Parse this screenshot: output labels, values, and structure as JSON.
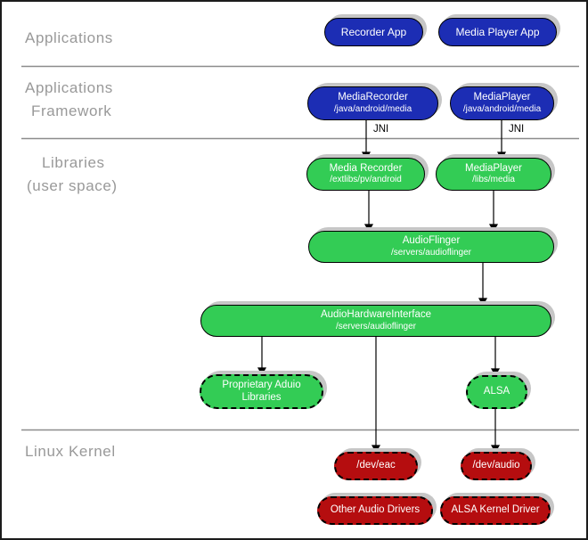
{
  "colors": {
    "blue": "#1c2db4",
    "green": "#33cc55",
    "red": "#b50d0f",
    "shadow": "#c6c6c6",
    "label": "#999999"
  },
  "layers": {
    "applications": {
      "line1": "Applications"
    },
    "framework": {
      "line1": "Applications",
      "line2": "Framework"
    },
    "libraries": {
      "line1": "Libraries",
      "line2": "(user space)"
    },
    "kernel": {
      "line1": "Linux Kernel"
    }
  },
  "connectors": {
    "jni_left": "JNI",
    "jni_right": "JNI"
  },
  "nodes": {
    "recorder_app": {
      "title": "Recorder App"
    },
    "media_player_app": {
      "title": "Media Player App"
    },
    "media_recorder_framework": {
      "title": "MediaRecorder",
      "subtitle": "/java/android/media"
    },
    "media_player_framework": {
      "title": "MediaPlayer",
      "subtitle": "/java/android/media"
    },
    "media_recorder_library": {
      "title": "Media Recorder",
      "subtitle": "/extlibs/pv/android"
    },
    "media_player_library": {
      "title": "MediaPlayer",
      "subtitle": "/libs/media"
    },
    "audio_flinger": {
      "title": "AudioFlinger",
      "subtitle": "/servers/audioflinger"
    },
    "audio_hardware_interface": {
      "title": "AudioHardwareInterface",
      "subtitle": "/servers/audioflinger"
    },
    "proprietary_audio_libraries": {
      "title": "Proprietary Aduio",
      "title_line2": "Libraries"
    },
    "alsa": {
      "title": "ALSA"
    },
    "dev_eac": {
      "title": "/dev/eac"
    },
    "dev_audio": {
      "title": "/dev/audio"
    },
    "other_audio_drivers": {
      "title": "Other Audio Drivers"
    },
    "alsa_kernel_driver": {
      "title": "ALSA Kernel Driver"
    }
  }
}
